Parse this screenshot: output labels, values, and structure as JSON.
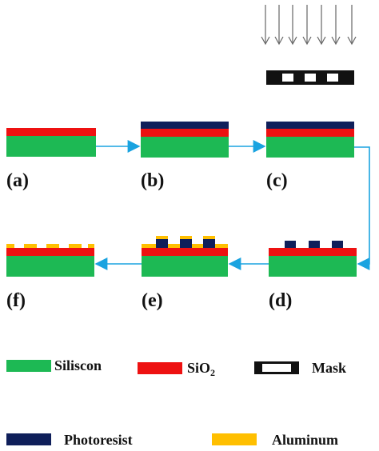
{
  "steps": [
    {
      "id": "a",
      "label": "(a)"
    },
    {
      "id": "b",
      "label": "(b)"
    },
    {
      "id": "c",
      "label": "(c)"
    },
    {
      "id": "d",
      "label": "(d)"
    },
    {
      "id": "e",
      "label": "(e)"
    },
    {
      "id": "f",
      "label": "(f)"
    }
  ],
  "legend": {
    "siliscon": {
      "label": "Siliscon",
      "color": "#1db954"
    },
    "sio2": {
      "label_main": "SiO",
      "label_sub": "2",
      "color": "#ee1111"
    },
    "mask": {
      "label": "Mask",
      "color": "#111111"
    },
    "photoresist": {
      "label": "Photoresist",
      "color": "#0f1f5a"
    },
    "aluminum": {
      "label": "Aluminum",
      "color": "#ffbf00"
    }
  },
  "colors": {
    "arrow": "#1aa3e0",
    "light": "#666666"
  }
}
